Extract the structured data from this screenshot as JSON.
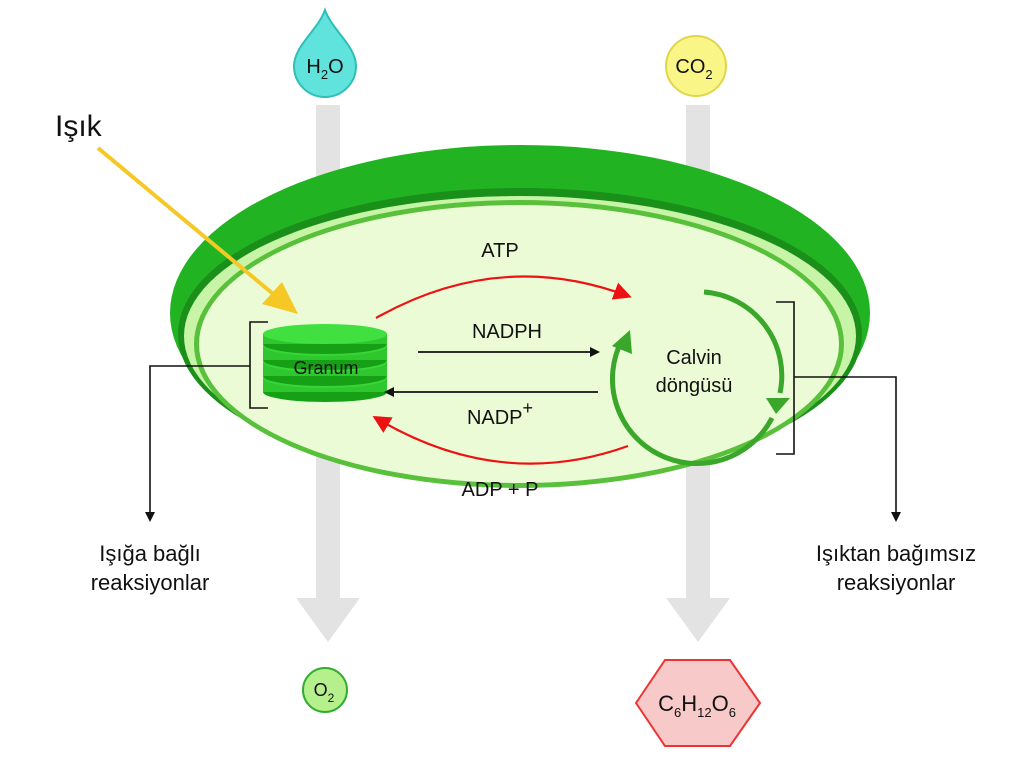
{
  "inputs": {
    "water": {
      "main": "H",
      "sub": "2",
      "tail": "O"
    },
    "co2": {
      "main": "CO",
      "sub": "2"
    }
  },
  "outputs": {
    "oxygen": {
      "main": "O",
      "sub": "2"
    },
    "glucose": {
      "c": "C",
      "c_sub": "6",
      "h": "H",
      "h_sub": "12",
      "o": "O",
      "o_sub": "6"
    }
  },
  "light_label": "Işık",
  "granum_label": "Granum",
  "calvin": {
    "line1": "Calvin",
    "line2": "döngüsü"
  },
  "flows": {
    "atp": "ATP",
    "nadph": "NADPH",
    "nadp": "NADP",
    "nadp_sup": "+",
    "adp": "ADP + P"
  },
  "reactions": {
    "light_dependent": {
      "line1": "Işığa bağlı",
      "line2": "reaksiyonlar"
    },
    "light_independent": {
      "line1": "Işıktan bağımsız",
      "line2": "reaksiyonlar"
    }
  },
  "colors": {
    "outer_membrane": "#22b322",
    "inner_membrane": "#8fdc5c",
    "stroma": "#eafbd6",
    "granum": "#2ec82e",
    "calvin_cycle": "#3aa62a",
    "atp_arrow": "#ee1111",
    "light_arrow": "#f5c825",
    "water_drop": "#5fe3dc",
    "co2_circle": "#faf587",
    "o2_circle": "#b6f08c",
    "glucose_hex": "#f8c9c9"
  }
}
